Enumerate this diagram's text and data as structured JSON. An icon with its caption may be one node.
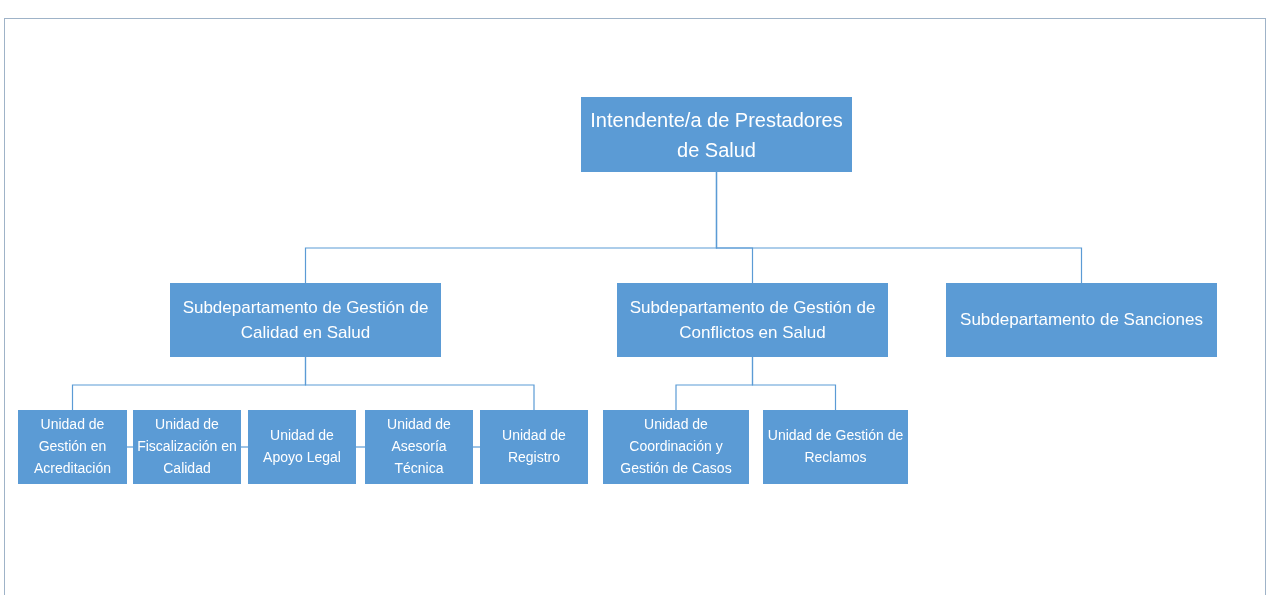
{
  "diagram": {
    "nodes": [
      {
        "text": [
          "Intendente/a de Prestadores de Salud"
        ]
      },
      {
        "text": [
          "Subdepartamento de Gestión de Calidad en Salud"
        ]
      },
      {
        "text": [
          "Subdepartamento de Gestión de Conflictos en Salud"
        ]
      },
      {
        "text": [
          "Subdepartamento de Sanciones"
        ]
      },
      {
        "text": [
          "Unidad de Gestión en Acreditación"
        ]
      },
      {
        "text": [
          "Unidad de Fiscalización en Calidad"
        ]
      },
      {
        "text": [
          "Unidad de Apoyo Legal"
        ]
      },
      {
        "text": [
          "Unidad de Asesoría Técnica"
        ]
      },
      {
        "text": [
          "Unidad de Registro"
        ]
      },
      {
        "text": [
          "Unidad de Coordinación y Gestión de Casos"
        ]
      },
      {
        "text": [
          "Unidad de Gestión de Reclamos"
        ]
      }
    ],
    "edges": [
      {
        "from": 0,
        "to": 1,
        "arrow": "none"
      },
      {
        "from": 0,
        "to": 2,
        "arrow": "none"
      },
      {
        "from": 0,
        "to": 3,
        "arrow": "none"
      },
      {
        "from": 1,
        "to": 4,
        "arrow": "none"
      },
      {
        "from": 1,
        "to": 8,
        "arrow": "none"
      },
      {
        "from": 4,
        "to": 5,
        "arrow": "none"
      },
      {
        "from": 5,
        "to": 6,
        "arrow": "none"
      },
      {
        "from": 6,
        "to": 7,
        "arrow": "none"
      },
      {
        "from": 7,
        "to": 8,
        "arrow": "none"
      },
      {
        "from": 2,
        "to": 9,
        "arrow": "none"
      },
      {
        "from": 2,
        "to": 10,
        "arrow": "none"
      }
    ]
  }
}
